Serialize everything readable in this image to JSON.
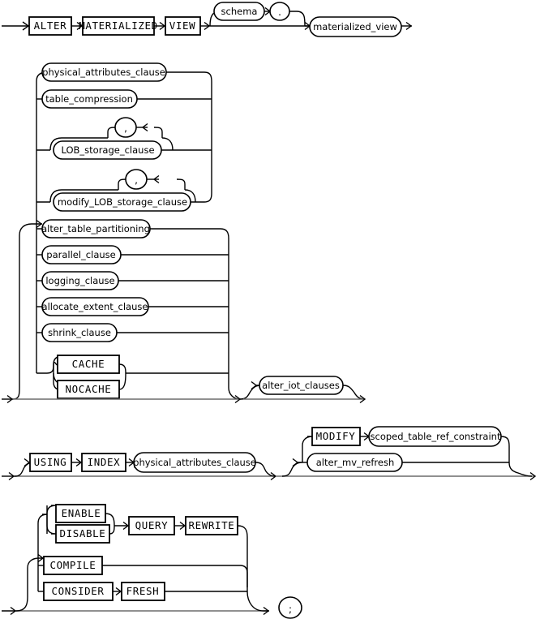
{
  "diagram": {
    "title": "alter_materialized_view",
    "type": "railroad-syntax-diagram",
    "colors": {
      "line": "#000000",
      "line_secondary": "#6b6b6b",
      "background": "#ffffff"
    },
    "rows": [
      {
        "id": "row-1",
        "keywords": [
          "ALTER",
          "MATERIALIZED",
          "VIEW"
        ],
        "optional_group": [
          "schema",
          "."
        ],
        "nonterminal": "materialized_view"
      },
      {
        "id": "row-2",
        "items": [
          "physical_attributes_clause",
          "table_compression",
          "LOB_storage_clause",
          "modify_LOB_storage_clause",
          "alter_table_partitioning",
          "parallel_clause",
          "logging_clause",
          "allocate_extent_clause",
          "shrink_clause",
          "CACHE",
          "NOCACHE",
          "alter_iot_clauses"
        ],
        "repeat_separator": ","
      },
      {
        "id": "row-3",
        "items": [
          "USING",
          "INDEX",
          "physical_attributes_clause",
          "MODIFY",
          "scoped_table_ref_constraint",
          "alter_mv_refresh"
        ]
      },
      {
        "id": "row-4",
        "items": [
          "ENABLE",
          "DISABLE",
          "QUERY",
          "REWRITE",
          "COMPILE",
          "CONSIDER",
          "FRESH",
          ";"
        ]
      }
    ]
  },
  "labels": {
    "alter": "ALTER",
    "materialized": "MATERIALIZED",
    "view": "VIEW",
    "schema": "schema",
    "dot": ".",
    "materialized_view": "materialized_view",
    "physical_attributes_clause": "physical_attributes_clause",
    "table_compression": "table_compression",
    "comma": ",",
    "comma2": ",",
    "lob_storage_clause": "LOB_storage_clause",
    "modify_lob_storage_clause": "modify_LOB_storage_clause",
    "alter_table_partitioning": "alter_table_partitioning",
    "parallel_clause": "parallel_clause",
    "logging_clause": "logging_clause",
    "allocate_extent_clause": "allocate_extent_clause",
    "shrink_clause": "shrink_clause",
    "cache": "CACHE",
    "nocache": "NOCACHE",
    "alter_iot_clauses": "alter_iot_clauses",
    "using": "USING",
    "index": "INDEX",
    "physical_attributes_clause_2": "physical_attributes_clause",
    "modify": "MODIFY",
    "scoped_table_ref_constraint": "scoped_table_ref_constraint",
    "alter_mv_refresh": "alter_mv_refresh",
    "enable": "ENABLE",
    "disable": "DISABLE",
    "query": "QUERY",
    "rewrite": "REWRITE",
    "compile": "COMPILE",
    "consider": "CONSIDER",
    "fresh": "FRESH",
    "semicolon": ";"
  }
}
